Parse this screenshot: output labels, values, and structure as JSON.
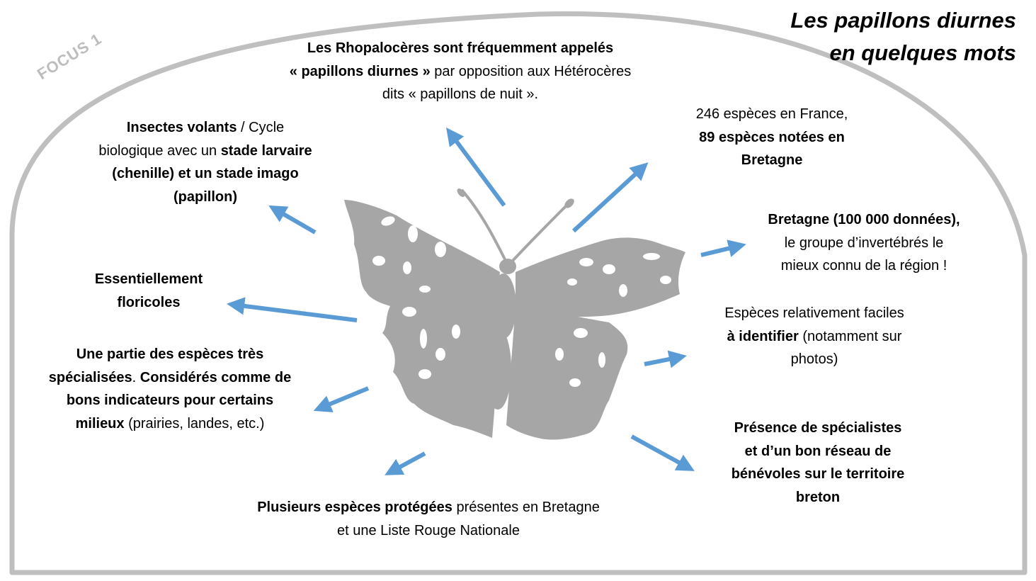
{
  "title": {
    "line1": "Les papillons diurnes",
    "line2": "en quelques mots"
  },
  "focus_label": "FOCUS 1",
  "colors": {
    "frame": "#bfbfbf",
    "arrow": "#5b9bd5",
    "butterfly": "#a6a6a6"
  },
  "icons": {
    "center": "butterfly-silhouette"
  },
  "facts": {
    "rhopaloceres": {
      "l1_bold": "Les Rhopalocères sont fréquemment appelés",
      "l2_bold": "« papillons diurnes »",
      "l2_rest": " par opposition aux Hétérocères",
      "l3": "dits « papillons de nuit »."
    },
    "especes": {
      "l1": "246 espèces en France,",
      "l2_bold": "89 espèces notées en",
      "l3_bold": "Bretagne"
    },
    "donnees": {
      "l1_bold": "Bretagne (100 000 données),",
      "l2": "le groupe d’invertébrés le",
      "l3": "mieux connu de la région !"
    },
    "identifier": {
      "l1": "Espèces relativement faciles",
      "l2_bold": "à identifier",
      "l2_rest": " (notamment sur",
      "l3": "photos)"
    },
    "specialistes": {
      "l1": "Présence de spécialistes",
      "l2": "et d’un bon réseau de",
      "l3": "bénévoles sur le territoire",
      "l4": "breton"
    },
    "protegees": {
      "l1_bold": "Plusieurs espèces protégées",
      "l1_rest": " présentes en Bretagne",
      "l2": "et une Liste Rouge Nationale"
    },
    "indicateurs": {
      "l1_bold": "Une partie des espèces très",
      "l2_bold": "spécialisées",
      "l2_mid": ". ",
      "l2_bold2": "Considérés comme de",
      "l3_bold": "bons indicateurs pour certains",
      "l4_bold": "milieux",
      "l4_rest": " (prairies, landes, etc.)"
    },
    "floricoles": {
      "l1": "Essentiellement",
      "l2": "floricoles"
    },
    "insectes": {
      "l1_bold": "Insectes volants",
      "l1_rest": " / Cycle",
      "l2": "biologique avec un ",
      "l2_bold": "stade larvaire",
      "l3_bold": "(chenille) et un stade imago",
      "l4_bold": "(papillon)"
    }
  }
}
